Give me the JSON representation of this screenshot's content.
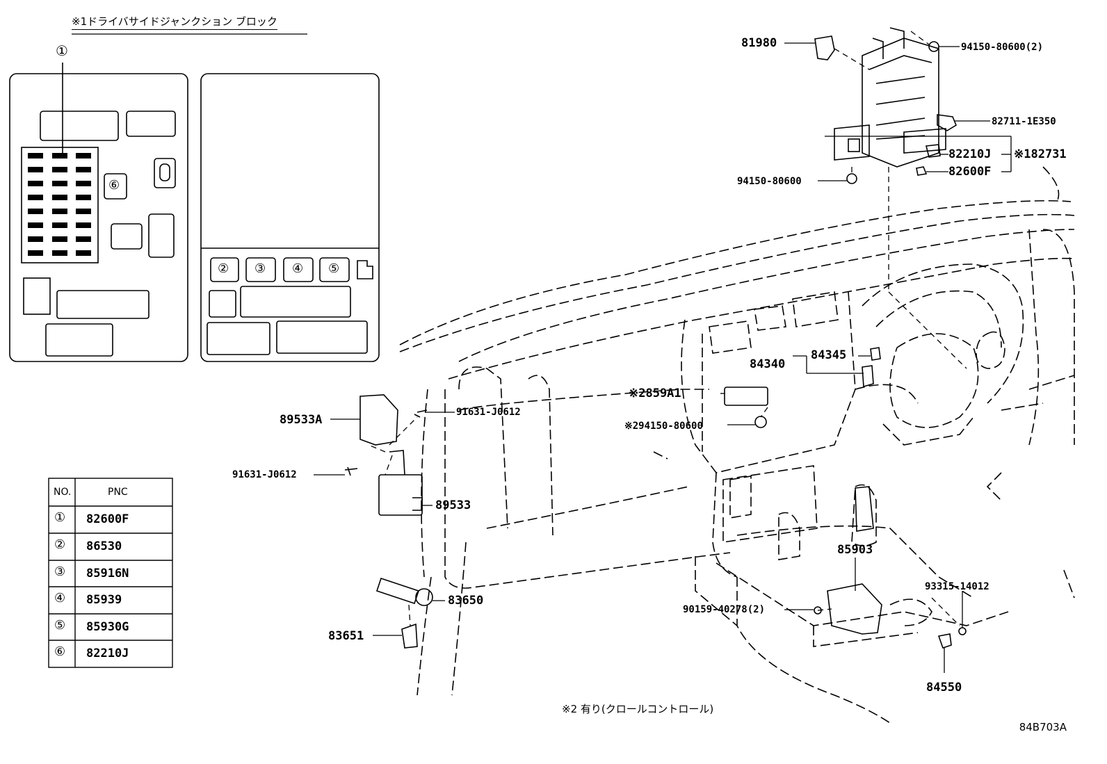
{
  "header": {
    "title": "※1ドライバサイドジャンクション ブロック"
  },
  "callouts": {
    "c1": "①",
    "c2": "②",
    "c3": "③",
    "c4": "④",
    "c5": "⑤",
    "c6": "⑥"
  },
  "table": {
    "headers": [
      "NO.",
      "PNC"
    ],
    "rows": [
      {
        "no": "①",
        "pnc": "82600F"
      },
      {
        "no": "②",
        "pnc": "86530"
      },
      {
        "no": "③",
        "pnc": "85916N"
      },
      {
        "no": "④",
        "pnc": "85939"
      },
      {
        "no": "⑤",
        "pnc": "85930G"
      },
      {
        "no": "⑥",
        "pnc": "82210J"
      }
    ]
  },
  "parts": {
    "p81980": "81980",
    "p94150_2": "94150-80600(2)",
    "p82711": "82711-1E350",
    "p82210J": "82210J",
    "p82731": "※182731",
    "p82600F": "82600F",
    "p94150": "94150-80600",
    "p84345": "84345",
    "p84340": "84340",
    "p859A1": "※2859A1",
    "p94150_n2": "※294150-80600",
    "p89533A": "89533A",
    "p91631a": "91631-J0612",
    "p91631b": "91631-J0612",
    "p89533": "89533",
    "p85903": "85903",
    "p93315": "93315-14012",
    "p90159": "90159-40278(2)",
    "p83650": "83650",
    "p83651": "83651",
    "p84550": "84550"
  },
  "footnote": "※2 有り(クロールコントロール)",
  "reference": "84B703A"
}
